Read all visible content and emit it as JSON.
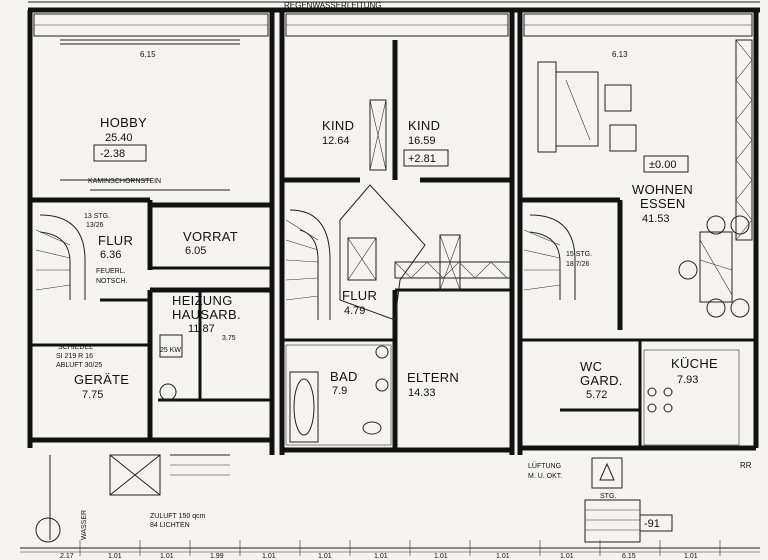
{
  "top_labels": {
    "rainwater_pipe": "REGENWASSERLEITUNG",
    "dim_left": "6.15",
    "dim_right": "6.13"
  },
  "rooms": {
    "hobby": {
      "name": "HOBBY",
      "area": "25.40",
      "level": "-2.38"
    },
    "chimney": {
      "text": "KAMINSCHORNSTEIN"
    },
    "stairs_left": {
      "text1": "13 STG.",
      "text2": "13/26"
    },
    "flur_left": {
      "name": "FLUR",
      "area": "6.36"
    },
    "vorrat": {
      "name": "VORRAT",
      "area": "6.05"
    },
    "fire_door": {
      "text1": "FEUERL.",
      "text2": "NOTSCH."
    },
    "heizung": {
      "name1": "HEIZUNG",
      "name2": "HAUSARB.",
      "area": "11.87",
      "sub": "3.75",
      "kw": "25 KW"
    },
    "schiedel": {
      "t1": "SCHIEDEL",
      "t2": "SI 219  R 16",
      "t3": "ABLUFT 30/25"
    },
    "geraete": {
      "name": "GERÄTE",
      "area": "7.75"
    },
    "kind1": {
      "name": "KIND",
      "area": "12.64"
    },
    "kind2": {
      "name": "KIND",
      "area": "16.59",
      "level": "+2.81"
    },
    "flur_mid": {
      "name": "FLUR",
      "area": "4.79"
    },
    "bad": {
      "name": "BAD",
      "area": "7.9"
    },
    "eltern": {
      "name": "ELTERN",
      "area": "14.33"
    },
    "wohnen": {
      "name1": "WOHNEN",
      "name2": "ESSEN",
      "area": "41.53",
      "level": "±0.00"
    },
    "stairs_right": {
      "text1": "15 STG.",
      "text2": "18.7/26"
    },
    "wc": {
      "name1": "WC",
      "name2": "GARD.",
      "area": "5.72"
    },
    "kueche": {
      "name": "KÜCHE",
      "area": "7.93"
    },
    "rr": {
      "text": "RR"
    }
  },
  "bottom_labels": {
    "zuluft1": "ZULUFT 150 qcm",
    "zuluft2": "84 LICHTEN",
    "lueftung1": "LÜFTUNG",
    "lueftung2": "M. U. OKT.",
    "stg": "STG.",
    "level_out": "-91",
    "wasser": "WASSER",
    "dims": [
      "2.17",
      "1.01",
      "1.01",
      "1.99",
      "1.01",
      "1.01",
      "1.01",
      "1.01",
      "1.01",
      "1.01",
      "6.15",
      "1.01"
    ]
  }
}
